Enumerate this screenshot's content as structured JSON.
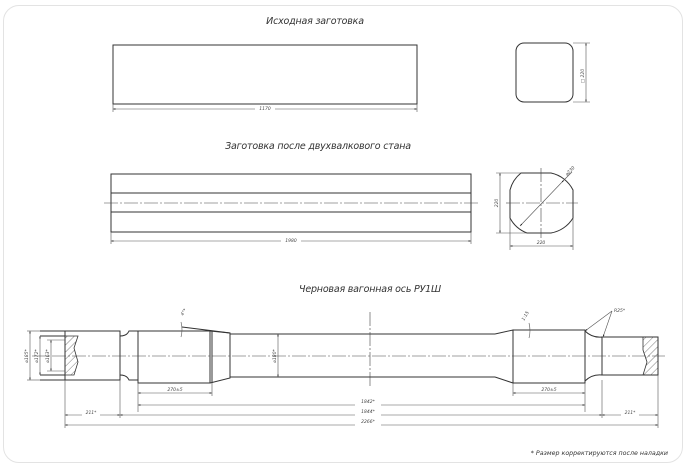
{
  "drawing": {
    "sections": [
      {
        "id": "initial",
        "title": "Исходная заготовка"
      },
      {
        "id": "after_mill",
        "title": "Заготовка после двухвалкового стана"
      },
      {
        "id": "rough_axle",
        "title": "Черновая вагонная ось РУ1Ш"
      }
    ],
    "initial_billet": {
      "length_dim": "1170",
      "section_dim": "□ 220"
    },
    "rolled_billet": {
      "length_dim": "1980",
      "height_dim": "220",
      "width_dim": "220",
      "diagonal_dim": "⌀230"
    },
    "rough_axle": {
      "end_diameters": [
        "⌀185*",
        "⌀172*",
        "⌀163*"
      ],
      "middle_diameter": "⌀180*",
      "taper_left": "4°*",
      "taper_right": "1:15",
      "radius": "R25*",
      "seat_left": "270±5",
      "seat_right": "270±5",
      "dim_inner": "1842*",
      "dim_mid": "1844*",
      "dim_total": "2266*",
      "end_left": "211*",
      "end_right": "211*"
    },
    "footnote": "* Размер корректируются после наладки"
  },
  "colors": {
    "line": "#333333",
    "frame": "#e3e3e3",
    "background": "#ffffff"
  }
}
